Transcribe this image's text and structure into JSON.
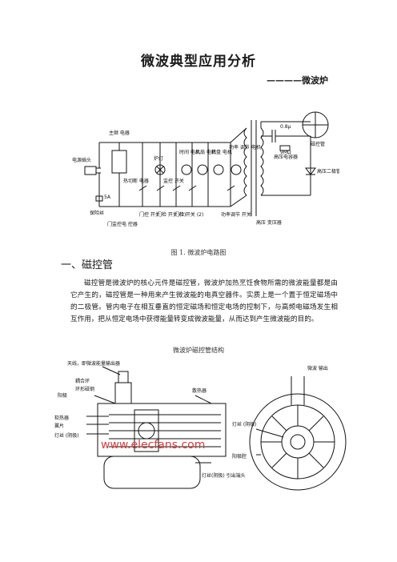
{
  "document": {
    "title": "微波典型应用分析",
    "subtitle": "————微波炉"
  },
  "figure1": {
    "caption": "图 1.  微波炉电路图",
    "labels": {
      "power_plug": "电源插头",
      "fuse": "5A",
      "fuse_label": "保险丝",
      "main_relay": "主继\n电器",
      "lamp": "炉灯",
      "timer_motor": "时间\n电机",
      "fan_motor": "风扇\n电机",
      "turntable_motor": "转盘\n电机",
      "power_motor": "功率\n调节\n电机",
      "bimetal": "热切断\n电器",
      "monitor_switch": "监控\n开关",
      "relay_bottom": "门监控电\n控器",
      "door_switch1": "门控\n开关",
      "door_switch2": "门检\n开关\n(1)",
      "door_switch3": "门检\n开关\n(2)",
      "power_regulator": "功率调节\n开关",
      "hv_transformer": "高压\n变压器",
      "hv_capacitor": "高压电容器",
      "capacitor_value": "0.8μ",
      "resistor_value": "9MΩ",
      "magnetron": "磁控管",
      "hv_diode": "高压二极管"
    }
  },
  "section1": {
    "heading": "一、磁控管",
    "paragraph": "磁控管是微波炉的核心元件是磁控管，微波炉加热烹饪食物所需的微波能量都是由它产生的，磁控管是一种用来产生微波能的电真空器件。实质上是一个置于恒定磁场中的二极管。管内电子在相互垂直的恒定磁场和恒定电场的控制下，与高频电磁场发生相互作用，把从恒定电场中获得能量转变成微波能量，从而达到产生微波能的目的。"
  },
  "figure2": {
    "caption": "微波炉磁控管结构",
    "labels": {
      "antenna": "天线，即微波能量输出器",
      "coupling_ring": "耦合环",
      "ring_magnet": "环形磁钢",
      "anode": "阳极",
      "heat_sink": "散热器",
      "soft_iron": "软热器",
      "vane": "翼片",
      "filament_cathode": "灯丝\n(阴极)",
      "filament_lead": "灯丝(阴极)\n引出端头",
      "microwave_output": "微波\n输出",
      "filament_right": "灯丝\n(阴极)",
      "anode_cavity": "阳极腔",
      "watermark": "www.elecfans.com"
    }
  }
}
